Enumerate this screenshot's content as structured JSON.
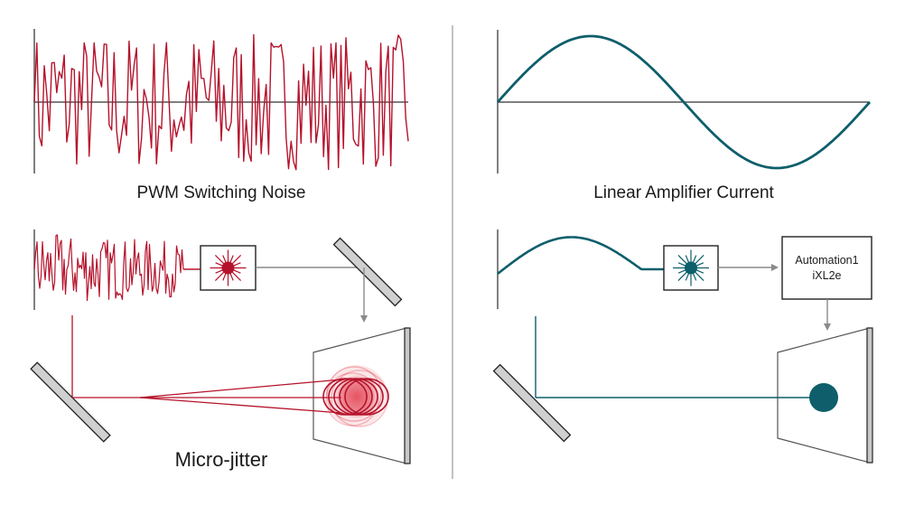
{
  "colors": {
    "noise_red": "#b5122b",
    "spot_red": "#e23a4a",
    "teal": "#0e5e6b",
    "axis": "#333333",
    "gray_line": "#8a8a8a",
    "mirror_fill": "#d0d0d0"
  },
  "left_panel": {
    "title": "PWM Switching Noise",
    "caption": "Micro-jitter",
    "laser_icon": "laser-burst-icon"
  },
  "right_panel": {
    "title": "Linear Amplifier Current",
    "controller_line1": "Automation1",
    "controller_line2": "iXL2e",
    "laser_icon": "laser-burst-icon"
  }
}
